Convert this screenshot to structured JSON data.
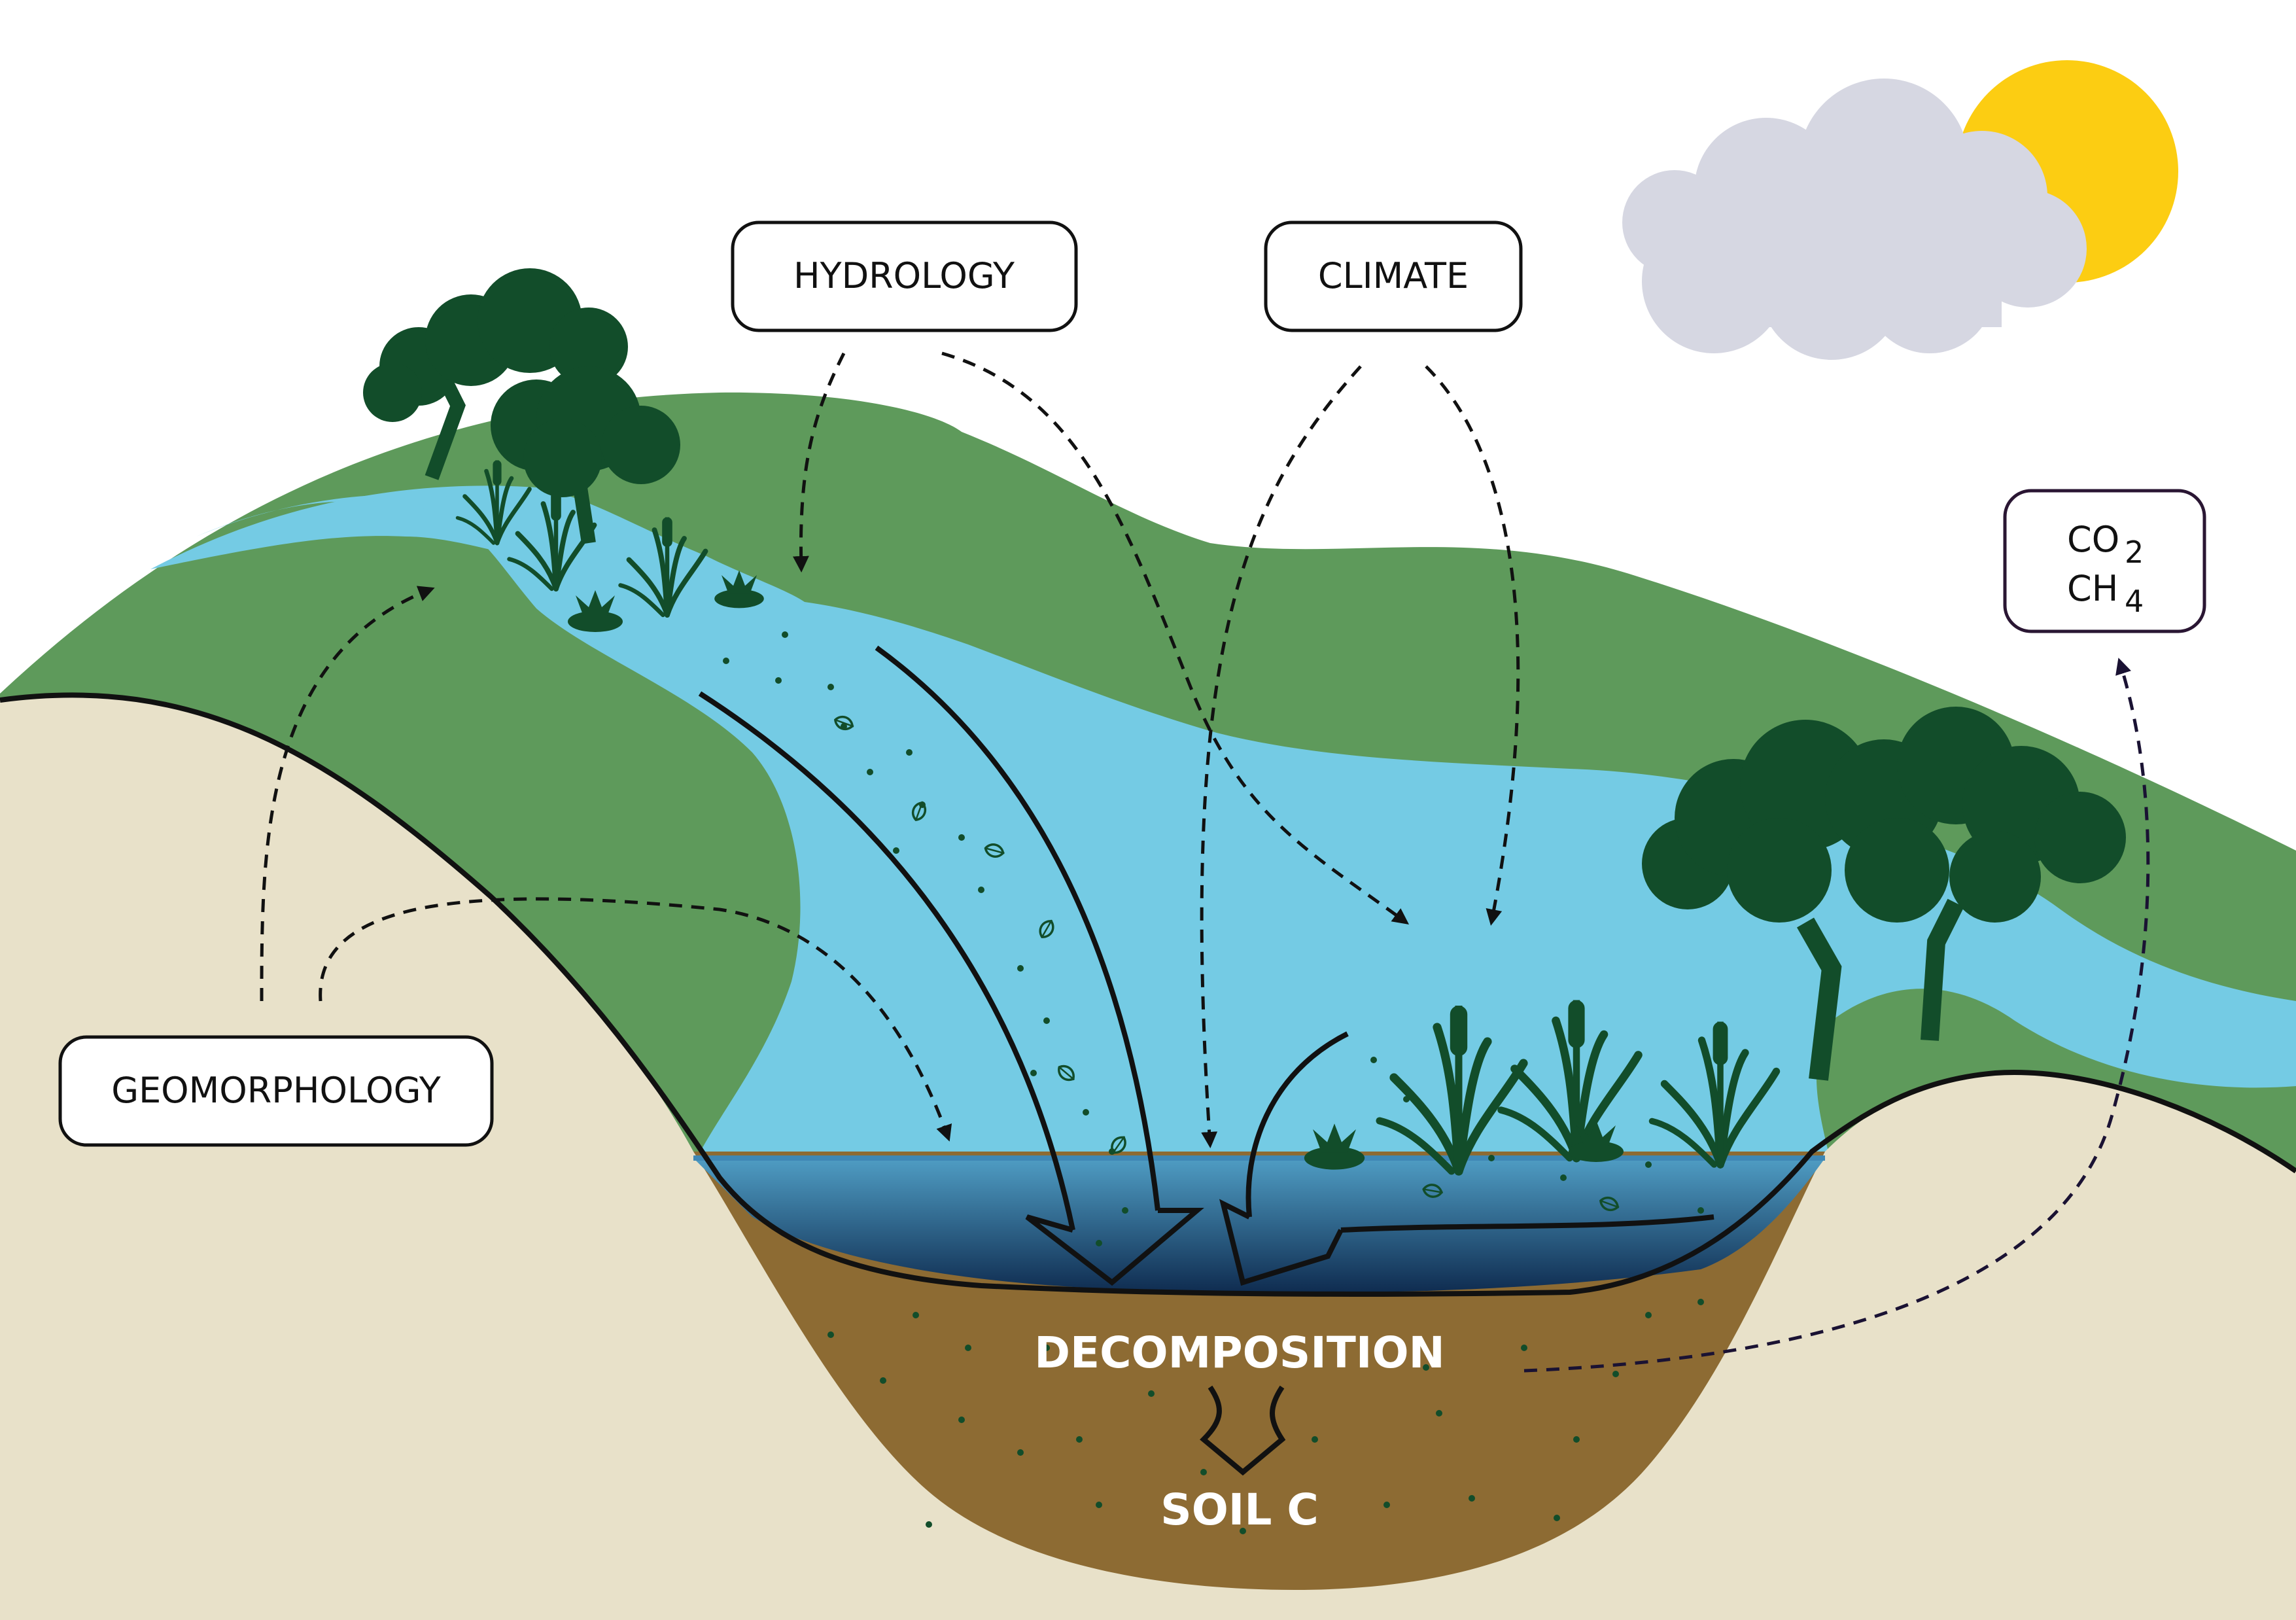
{
  "labels": {
    "hydrology": "HYDROLOGY",
    "climate": "CLIMATE",
    "geomorphology": "GEOMORPHOLOGY",
    "decomposition": "DECOMPOSITION",
    "soil_c": "SOIL C",
    "gas_co": "CO",
    "gas_co_sub": "2",
    "gas_ch": "CH",
    "gas_ch_sub": "4"
  },
  "colors": {
    "sky": "#ffffff",
    "hill_green": "#5e9a5b",
    "water": "#74cbe4",
    "deep_water": "#1f4f78",
    "ground_beige": "#e8e1c9",
    "soil_brown": "#8d6b33",
    "vegetation": "#124d2a",
    "sun": "#fccd12",
    "cloud": "#d6d7e2",
    "gas_box_border": "#2a1633"
  },
  "icons": [
    "sun-icon",
    "cloud-icon",
    "tree-icon",
    "cattail-icon",
    "lily-pad-icon",
    "leaf-icon"
  ]
}
